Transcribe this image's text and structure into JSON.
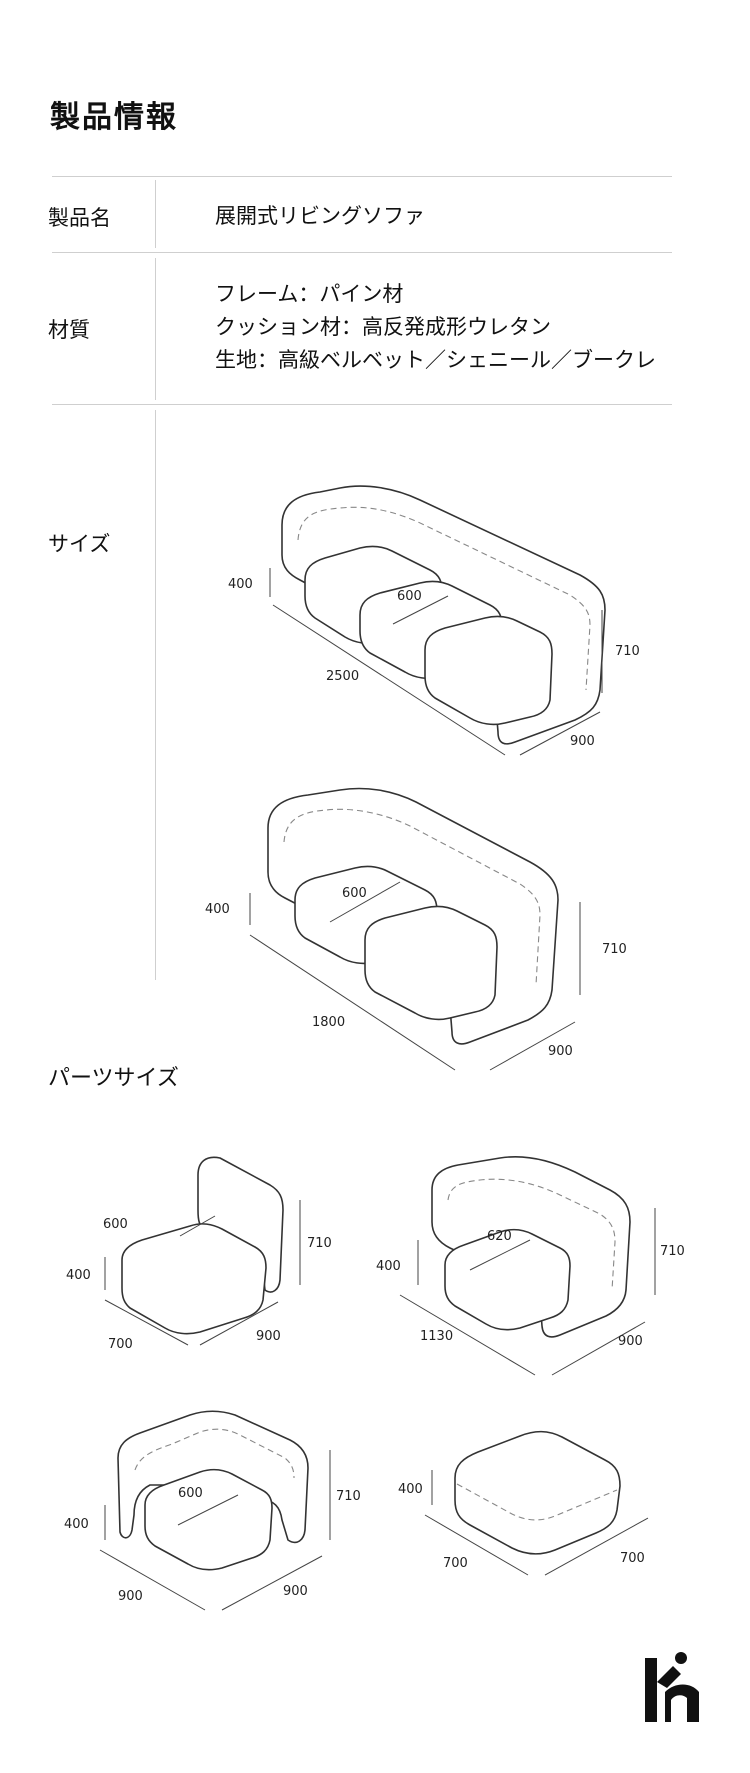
{
  "header": {
    "title": "製品情報"
  },
  "table": {
    "product_name": {
      "label": "製品名",
      "value": "展開式リビングソファ"
    },
    "material": {
      "label": "材質",
      "lines": [
        "フレーム：パイン材",
        "クッション材：高反発成形ウレタン",
        "生地：高級ベルベット／シェニール／ブークレ"
      ]
    },
    "size": {
      "label": "サイズ"
    }
  },
  "parts": {
    "title": "パーツサイズ"
  },
  "drawings": {
    "sofa_large": {
      "seat_height": "400",
      "seat_depth": "600",
      "width": "2500",
      "height": "710",
      "depth": "900"
    },
    "sofa_medium": {
      "seat_height": "400",
      "seat_depth": "600",
      "width": "1800",
      "height": "710",
      "depth": "900"
    },
    "part_armless": {
      "back_depth": "600",
      "seat_height": "400",
      "width": "700",
      "height": "710",
      "depth": "900"
    },
    "part_corner_u": {
      "seat_height": "400",
      "seat_depth": "620",
      "width": "1130",
      "height": "710",
      "depth": "900"
    },
    "part_corner_l": {
      "seat_height": "400",
      "seat_depth": "600",
      "width": "900",
      "height": "710",
      "depth": "900"
    },
    "part_ottoman": {
      "seat_height": "400",
      "width": "700",
      "depth": "700"
    }
  },
  "colors": {
    "line": "#cfcfcf",
    "stroke": "#333333",
    "dash": "#777777"
  }
}
